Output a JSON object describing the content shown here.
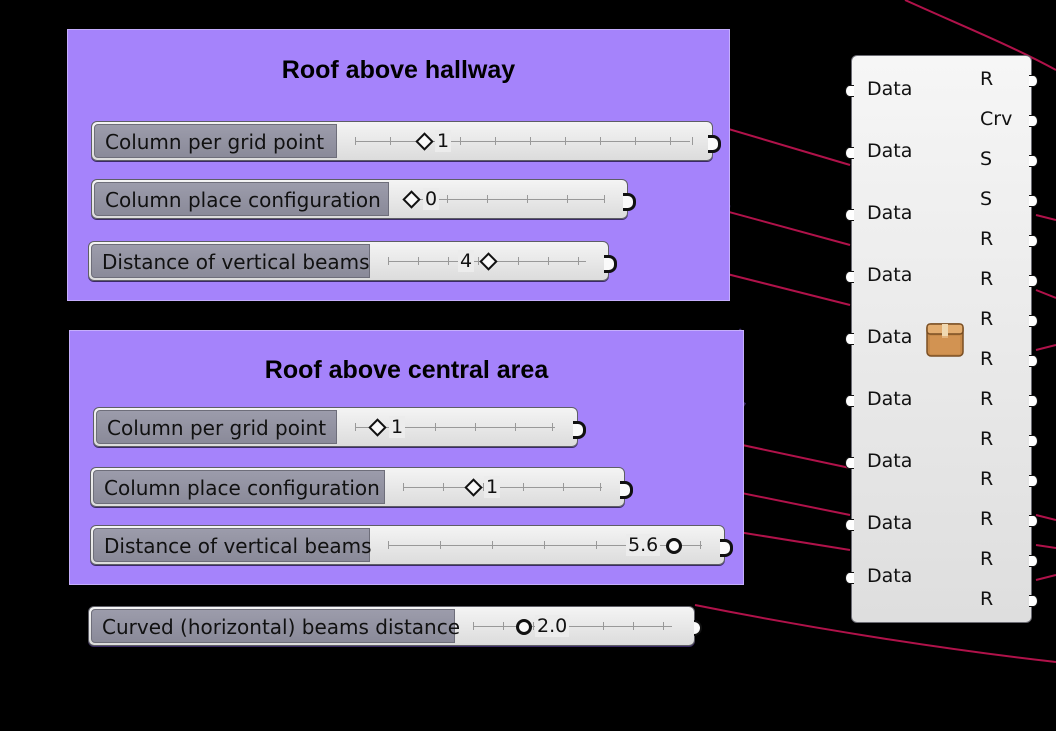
{
  "colors": {
    "canvas": "#000000",
    "group_fill": "#a583fb",
    "wire_dark": "#3a2a66",
    "wire_red": "#b0124a",
    "wire_pink": "#c06bd0"
  },
  "groups": [
    {
      "title": "Roof above hallway",
      "sliders": [
        {
          "label": "Column per grid point",
          "value": "1",
          "knob": "diamond"
        },
        {
          "label": "Column place configuration",
          "value": "0",
          "knob": "diamond"
        },
        {
          "label": "Distance of vertical beams",
          "value": "4",
          "knob": "diamond"
        }
      ]
    },
    {
      "title": "Roof above central area",
      "sliders": [
        {
          "label": "Column per grid point",
          "value": "1",
          "knob": "diamond"
        },
        {
          "label": "Column place configuration",
          "value": "1",
          "knob": "diamond"
        },
        {
          "label": "Distance of vertical beams",
          "value": "5.6",
          "knob": "circle"
        }
      ]
    }
  ],
  "standalone_slider": {
    "label": "Curved (horizontal) beams distance",
    "value": "2.0",
    "knob": "circle"
  },
  "component": {
    "icon": "package-box-icon",
    "inputs": [
      "Data",
      "Data",
      "Data",
      "Data",
      "Data",
      "Data",
      "Data",
      "Data",
      "Data"
    ],
    "outputs": [
      "R",
      "Crv",
      "S",
      "S",
      "R",
      "R",
      "R",
      "R",
      "R",
      "R",
      "R",
      "R",
      "R",
      "R"
    ]
  }
}
